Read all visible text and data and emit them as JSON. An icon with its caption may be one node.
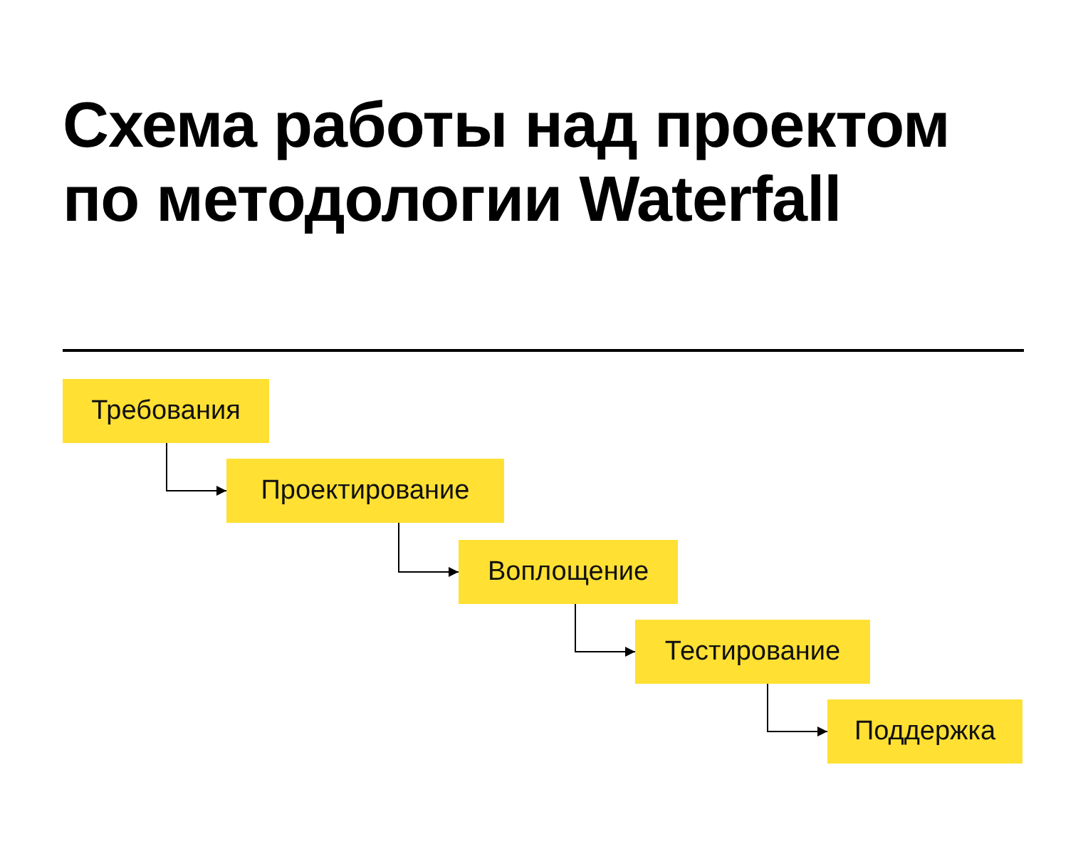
{
  "diagram": {
    "title": "Схема работы над проектом по методологии Waterfall",
    "nodes": [
      {
        "text": [
          "Требования"
        ]
      },
      {
        "text": [
          "Проектирование"
        ]
      },
      {
        "text": [
          "Воплощение"
        ]
      },
      {
        "text": [
          "Тестирование"
        ]
      },
      {
        "text": [
          "Поддержка"
        ]
      }
    ],
    "edges": [
      {
        "from": 0,
        "to": 1,
        "arrow": "to"
      },
      {
        "from": 1,
        "to": 2,
        "arrow": "to"
      },
      {
        "from": 2,
        "to": 3,
        "arrow": "to"
      },
      {
        "from": 3,
        "to": 4,
        "arrow": "to"
      }
    ]
  }
}
